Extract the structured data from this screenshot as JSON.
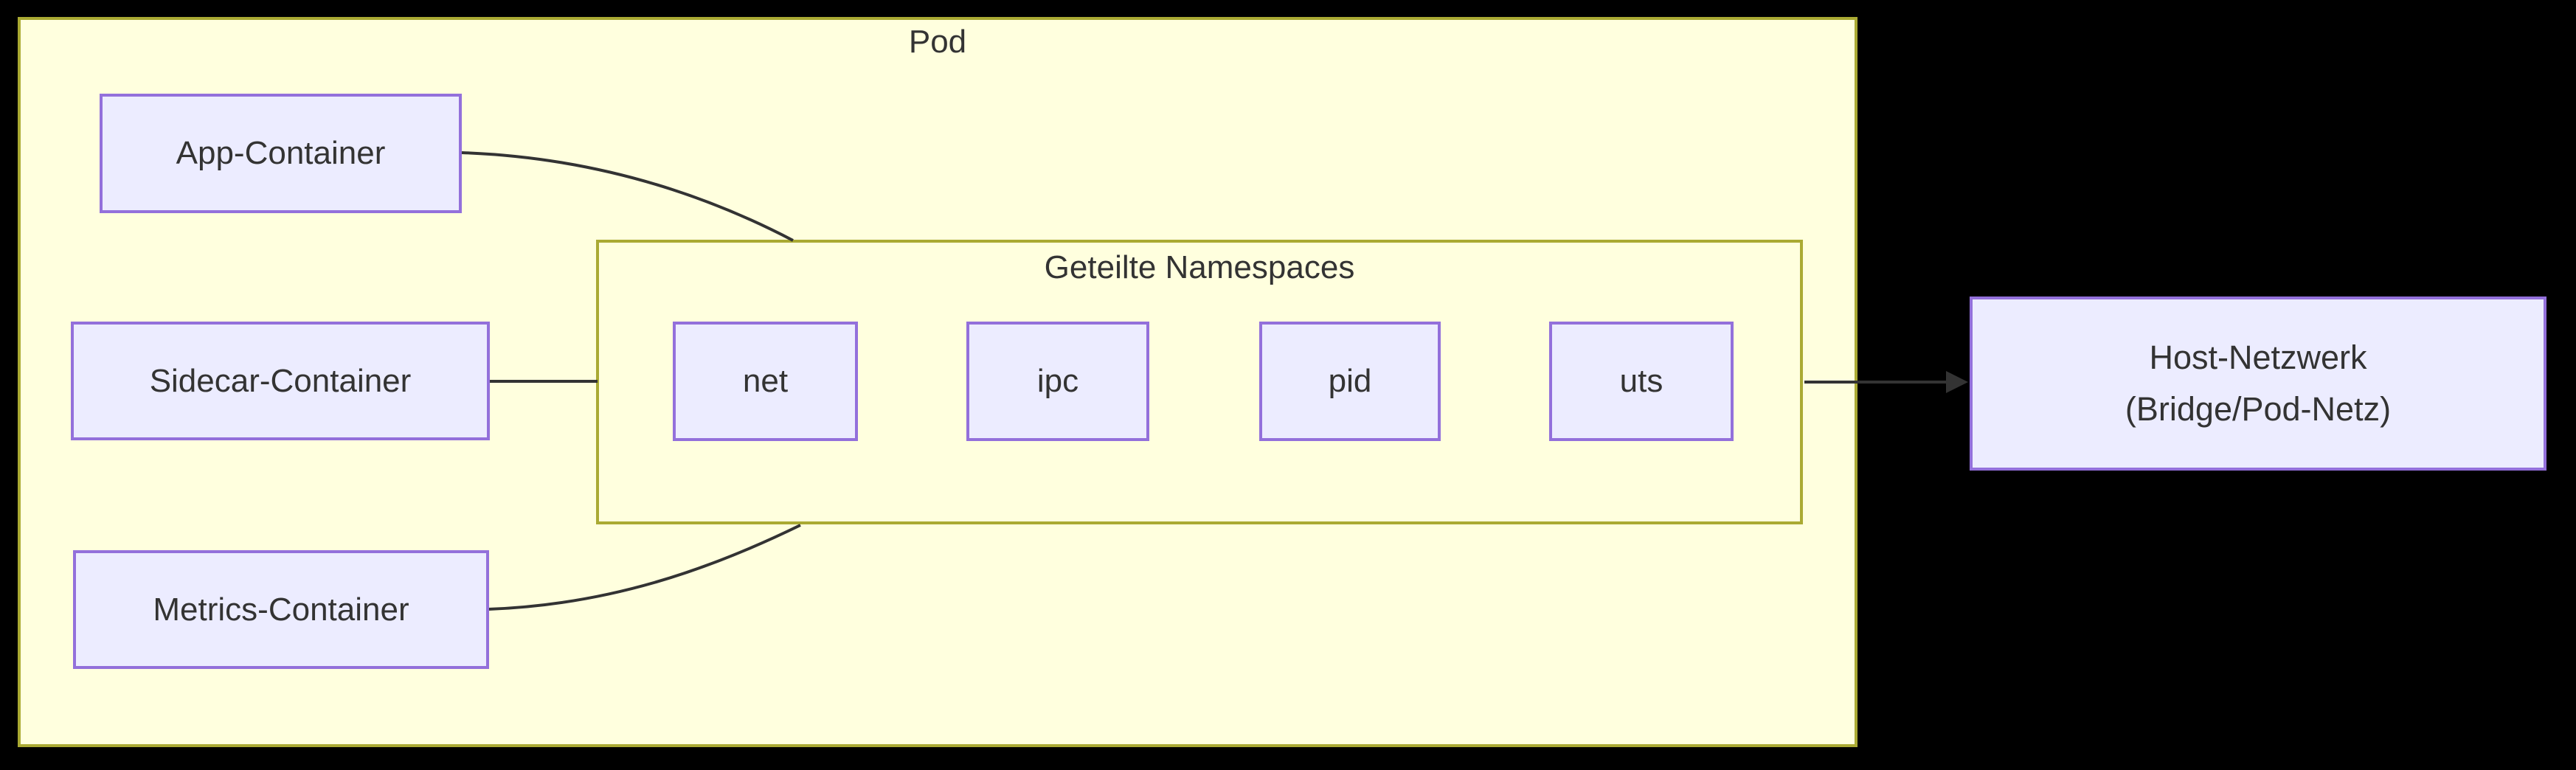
{
  "diagram_type": "flowchart",
  "palette": {
    "background": "#000000",
    "cluster_fill": "#ffffde",
    "cluster_border": "#aaaa33",
    "node_fill": "#ececff",
    "node_border": "#9370db",
    "edge_color": "#333333",
    "text_color": "#333333"
  },
  "clusters": {
    "pod": {
      "label": "Pod"
    },
    "namespaces": {
      "label": "Geteilte Namespaces",
      "parent": "Pod"
    }
  },
  "nodes": {
    "app": {
      "label": "App-Container"
    },
    "sidecar": {
      "label": "Sidecar-Container"
    },
    "metrics": {
      "label": "Metrics-Container"
    },
    "net": {
      "label": "net"
    },
    "ipc": {
      "label": "ipc"
    },
    "pid": {
      "label": "pid"
    },
    "uts": {
      "label": "uts"
    },
    "host": {
      "label_line1": "Host-Netzwerk",
      "label_line2": "(Bridge/Pod-Netz)"
    }
  },
  "edges": [
    {
      "from": "App-Container",
      "to": "Geteilte Namespaces",
      "arrow": false
    },
    {
      "from": "Sidecar-Container",
      "to": "Geteilte Namespaces",
      "arrow": false
    },
    {
      "from": "Metrics-Container",
      "to": "Geteilte Namespaces",
      "arrow": false
    },
    {
      "from": "Geteilte Namespaces",
      "to": "Host-Netzwerk",
      "arrow": true
    }
  ]
}
